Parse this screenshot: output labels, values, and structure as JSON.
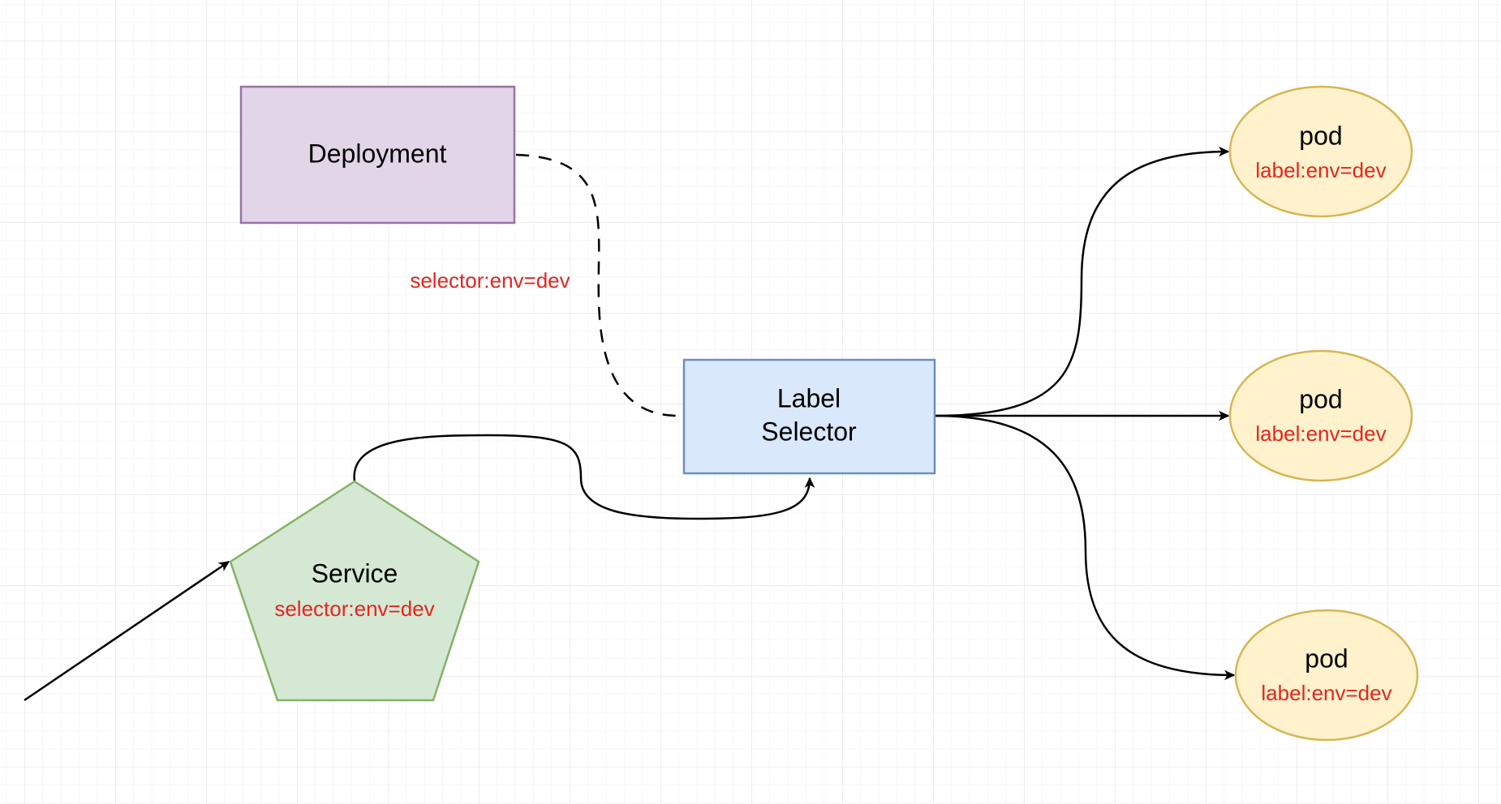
{
  "diagram": {
    "deployment": {
      "label": "Deployment"
    },
    "edge_label": "selector:env=dev",
    "label_selector": {
      "line1": "Label",
      "line2": "Selector"
    },
    "service": {
      "label": "Service",
      "sublabel": "selector:env=dev"
    },
    "pods": [
      {
        "label": "pod",
        "sublabel": "label:env=dev"
      },
      {
        "label": "pod",
        "sublabel": "label:env=dev"
      },
      {
        "label": "pod",
        "sublabel": "label:env=dev"
      }
    ]
  },
  "colors": {
    "grid": "#e6e6e6",
    "deployment_fill": "#e1d5e7",
    "deployment_stroke": "#9673a6",
    "selector_fill": "#dae8fc",
    "selector_stroke": "#6c8ebf",
    "service_fill": "#d5e8d4",
    "service_stroke": "#82b366",
    "pod_fill": "#fff2cc",
    "pod_stroke": "#d6b656",
    "label_red": "#e3261f"
  }
}
